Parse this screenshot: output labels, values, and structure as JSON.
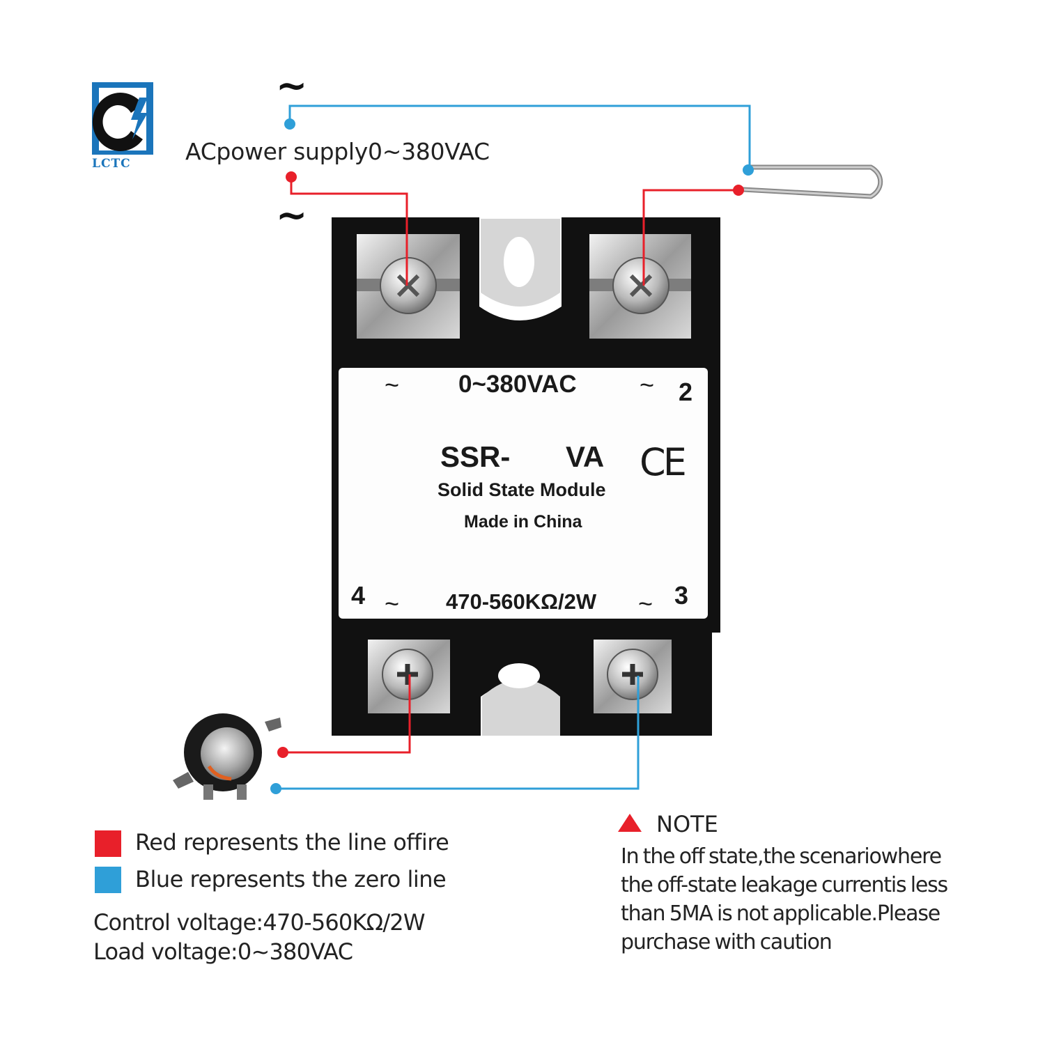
{
  "brand": {
    "logo_text": "LCTC"
  },
  "supply": {
    "label": "ACpower supply0~380VAC",
    "tilde": "~"
  },
  "module": {
    "voltage_label": "0~380VAC",
    "model": "SSR-",
    "model_suffix": "VA",
    "cert": "CE",
    "description": "Solid State Module",
    "origin": "Made in China",
    "resistor_label": "470-560KΩ/2W",
    "tilde": "~",
    "terminals": [
      "2",
      "3",
      "4"
    ]
  },
  "legend": {
    "red_text": "Red represents the line offire",
    "blue_text": "Blue represents the zero line"
  },
  "specs": {
    "control": "Control voltage:470-560KΩ/2W",
    "load": "Load voltage:0~380VAC"
  },
  "note": {
    "title": "NOTE",
    "body": "In the off state,the scenariowhere the off-state leakage currentis less than 5MA is not applicable.Please purchase with caution"
  },
  "colors": {
    "live_wire": "#e8202a",
    "neutral_wire": "#2f9fd8",
    "module_body": "#111111",
    "logo_blue": "#1b75bb",
    "warning": "#e8202a"
  }
}
